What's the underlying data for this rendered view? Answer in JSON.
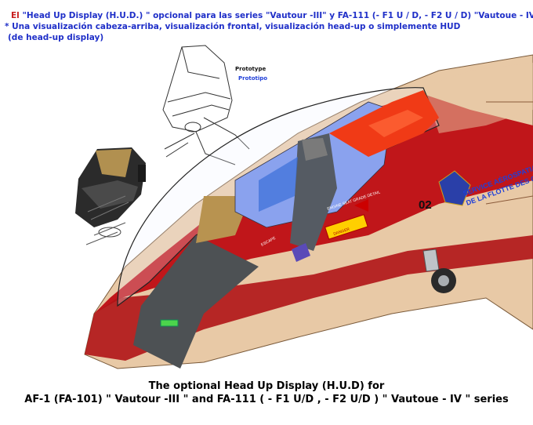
{
  "header": {
    "line1_prefix": "El ",
    "line1": "\"Head Up Display (H.U.D.) \"  opcional para las series \"Vautour -III\" y FA-111 (- F1 U / D, - F2 U / D) \"Vautoue - IV\"",
    "line2": "* Una visualización cabeza-arriba, visualización frontal, visualización head-up o simplemente HUD",
    "line3": " (de head-up display)"
  },
  "prototype": {
    "label_en": "Prototype",
    "label_es": "Prototipo"
  },
  "aircraft": {
    "nose_text": "SERVICE AÉROSPATIAL DU C...",
    "nose_text2": "DE LA FLOTTE DES GARDE...",
    "tail_number": "02",
    "canopy_text": "DANGER",
    "seat_text": "ENGINE SEAT GRADE DETAIL",
    "escape_text": "ESCAPE"
  },
  "colors": {
    "title_blue": "#1f2fc8",
    "title_red": "#c81e1e",
    "fuselage_red": "#c0161a",
    "fuselage_tan": "#e8c9a6",
    "canopy_orange": "#f03a16",
    "cockpit_blue": "#8aa2ee"
  },
  "footer": {
    "line1": "The optional Head Up Display (H.U.D) for",
    "line2": "AF-1 (FA-101) \" Vautour -III \" and FA-111 ( - F1 U/D , - F2 U/D ) \" Vautoue - IV \" series"
  }
}
